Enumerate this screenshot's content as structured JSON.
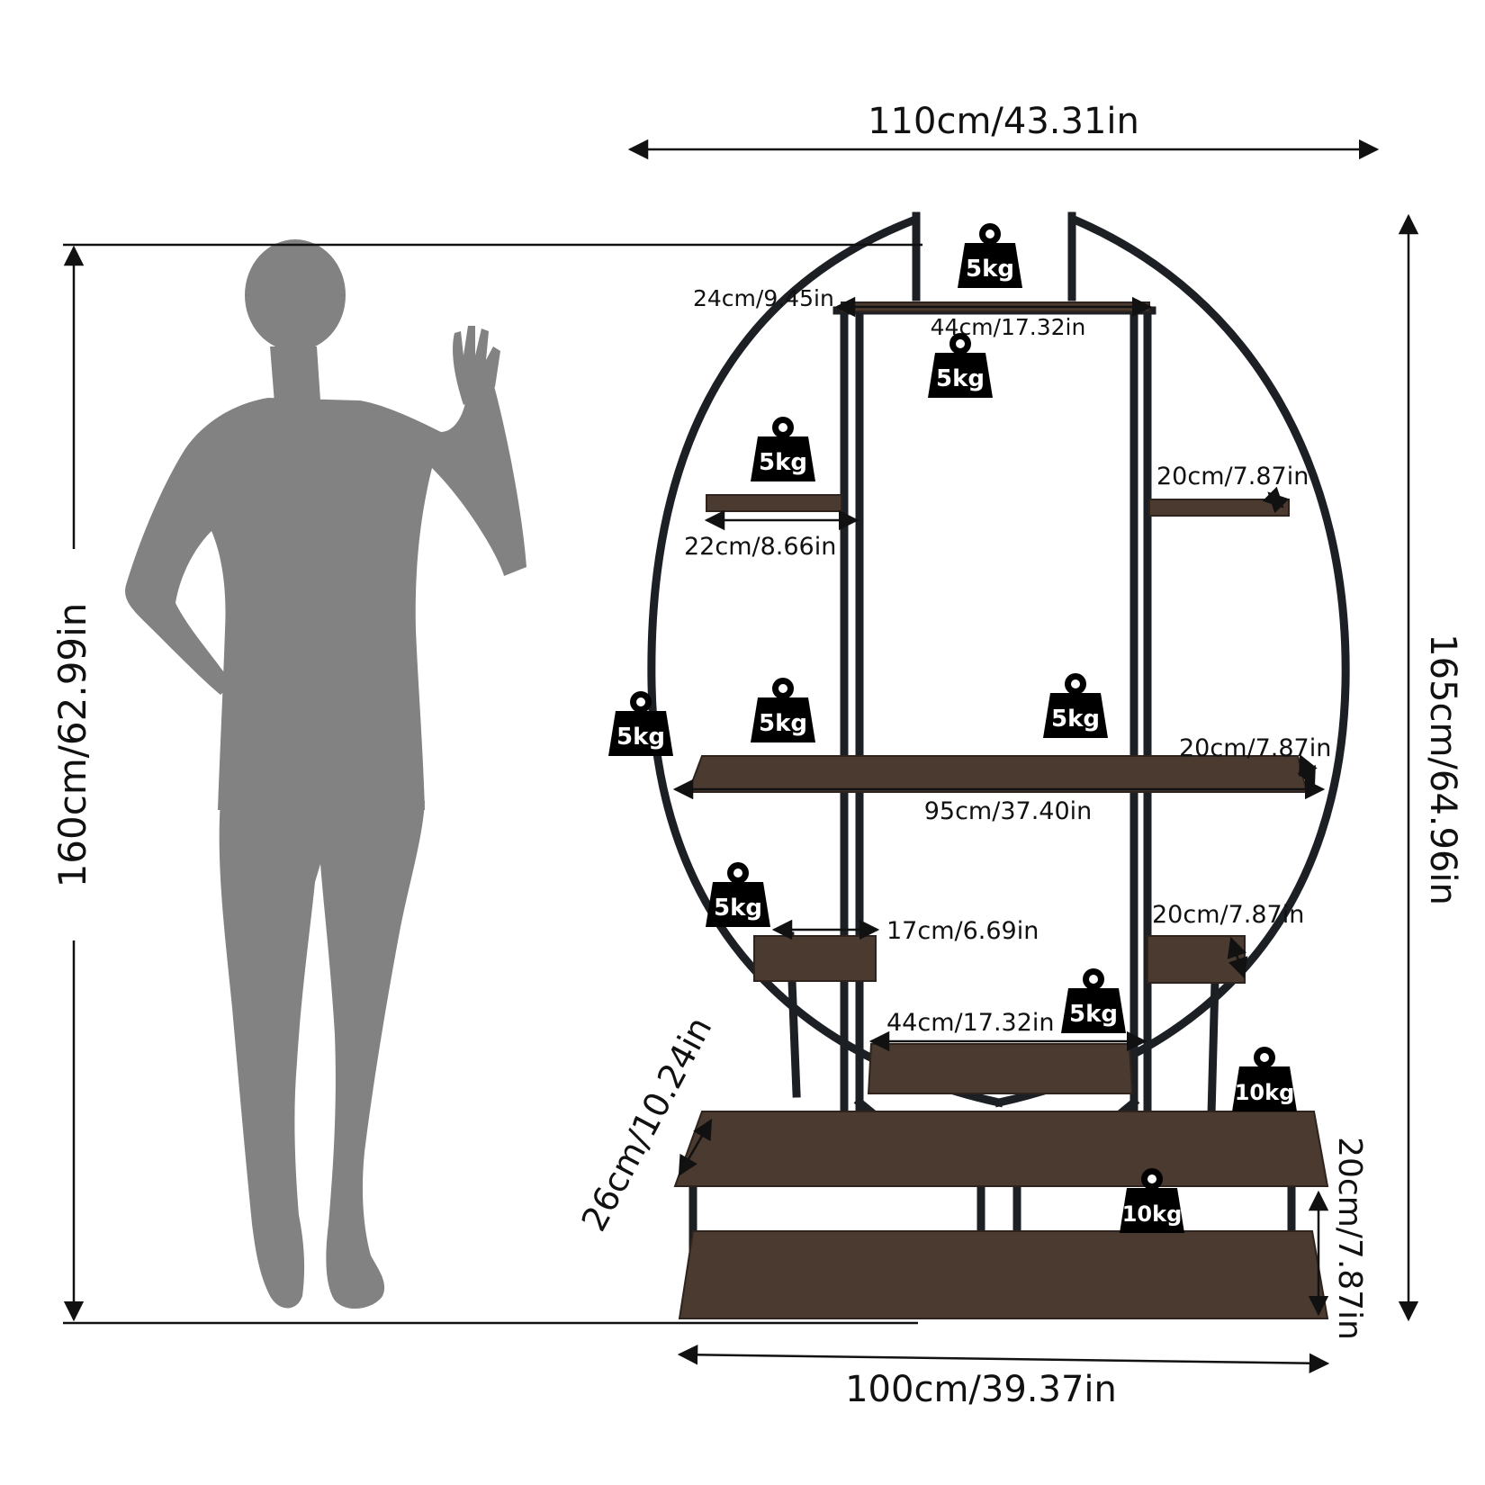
{
  "dimensions": {
    "overall_width": "110cm/43.31in",
    "overall_height": "165cm/64.96in",
    "person_height": "160cm/62.99in",
    "base_width": "100cm/39.37in",
    "base_depth": "26cm/10.24in",
    "base_tier_height": "20cm/7.87in",
    "top_shelf_depth": "24cm/9.45in",
    "top_shelf_width": "44cm/17.32in",
    "upper_left_width": "22cm/8.66in",
    "upper_right_depth": "20cm/7.87in",
    "middle_depth": "20cm/7.87in",
    "middle_width": "95cm/37.40in",
    "lower_left_width": "17cm/6.69in",
    "lower_right_depth": "20cm/7.87in",
    "lower_center_width": "44cm/17.32in"
  },
  "weights": {
    "top": "5kg",
    "top_center": "5kg",
    "upper_left": "5kg",
    "middle_side": "5kg",
    "middle_left": "5kg",
    "middle_right": "5kg",
    "lower_left": "5kg",
    "lower_center": "5kg",
    "base_upper": "10kg",
    "base_lower": "10kg"
  },
  "colors": {
    "frame": "#1c1f24",
    "wood": "#4a3a30",
    "wood_edge": "#2e241d",
    "silhouette": "#828282",
    "weight_badge": "#000000"
  }
}
